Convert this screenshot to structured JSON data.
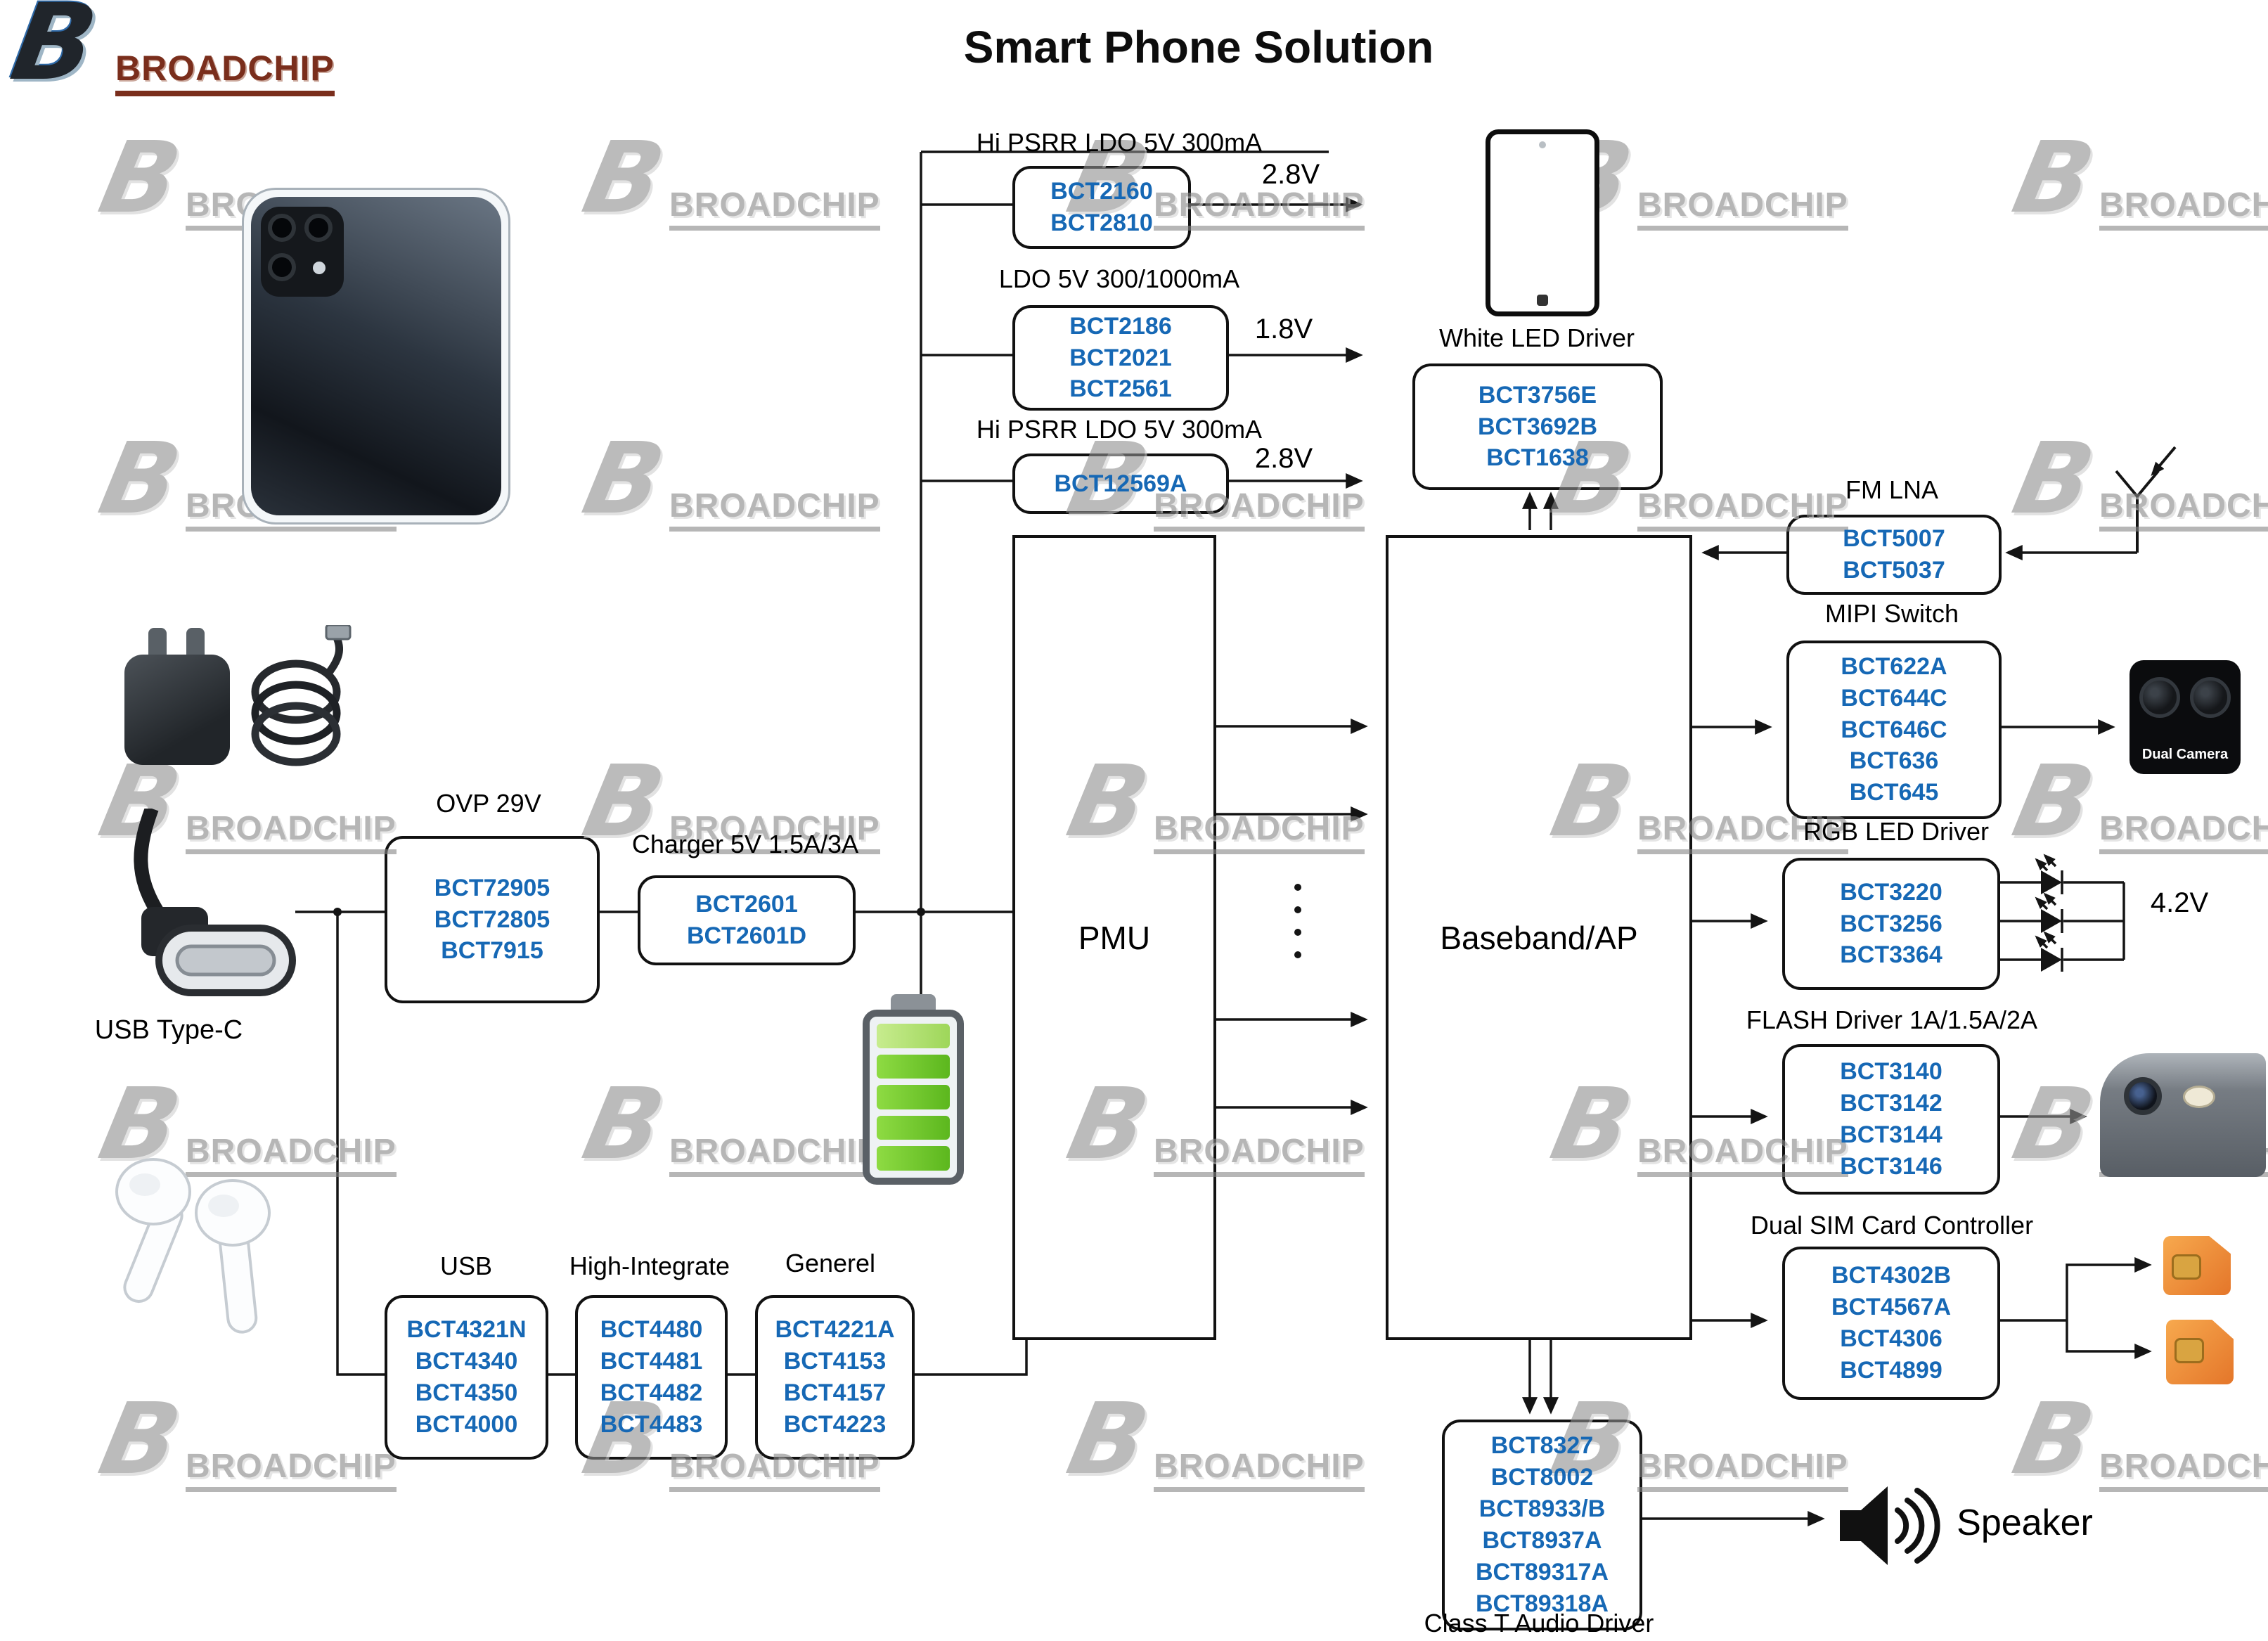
{
  "title": "Smart Phone Solution",
  "brand": {
    "initial": "B",
    "name": "BROADCHIP"
  },
  "colors": {
    "chip_text": "#1668b5",
    "wire": "#141414",
    "sim_card": "#ef8f3c",
    "battery_green": "#6cc21f"
  },
  "voltages": {
    "ldo1_out": "2.8V",
    "ldo2_out": "1.8V",
    "ldo3_out": "2.8V",
    "rgb_out": "4.2V"
  },
  "labels": {
    "usb_type_c": "USB Type-C",
    "speaker": "Speaker",
    "dual_camera": "Dual Camera"
  },
  "blocks": {
    "ldo_hi_psrr_1": {
      "label": "Hi PSRR LDO 5V 300mA",
      "chips": [
        "BCT2160",
        "BCT2810"
      ]
    },
    "ldo_300_1000": {
      "label": "LDO 5V 300/1000mA",
      "chips": [
        "BCT2186",
        "BCT2021",
        "BCT2561"
      ]
    },
    "ldo_hi_psrr_2": {
      "label": "Hi PSRR LDO 5V 300mA",
      "chips": [
        "BCT12569A"
      ]
    },
    "white_led": {
      "label": "White LED Driver",
      "chips": [
        "BCT3756E",
        "BCT3692B",
        "BCT1638"
      ]
    },
    "fm_lna": {
      "label": "FM LNA",
      "chips": [
        "BCT5007",
        "BCT5037"
      ]
    },
    "mipi_switch": {
      "label": "MIPI Switch",
      "chips": [
        "BCT622A",
        "BCT644C",
        "BCT646C",
        "BCT636",
        "BCT645"
      ]
    },
    "rgb_led": {
      "label": "RGB LED Driver",
      "chips": [
        "BCT3220",
        "BCT3256",
        "BCT3364"
      ]
    },
    "flash_driver": {
      "label": "FLASH Driver 1A/1.5A/2A",
      "chips": [
        "BCT3140",
        "BCT3142",
        "BCT3144",
        "BCT3146"
      ]
    },
    "dual_sim": {
      "label": "Dual SIM Card Controller",
      "chips": [
        "BCT4302B",
        "BCT4567A",
        "BCT4306",
        "BCT4899"
      ]
    },
    "audio": {
      "label": "Class T Audio Driver",
      "chips": [
        "BCT8327",
        "BCT8002",
        "BCT8933/B",
        "BCT8937A",
        "BCT89317A",
        "BCT89318A"
      ]
    },
    "ovp": {
      "label": "OVP 29V",
      "chips": [
        "BCT72905",
        "BCT72805",
        "BCT7915"
      ]
    },
    "charger": {
      "label": "Charger 5V 1.5A/3A",
      "chips": [
        "BCT2601",
        "BCT2601D"
      ]
    },
    "usb_switch": {
      "label": "USB",
      "chips": [
        "BCT4321N",
        "BCT4340",
        "BCT4350",
        "BCT4000"
      ]
    },
    "high_integrate": {
      "label": "High-Integrate",
      "chips": [
        "BCT4480",
        "BCT4481",
        "BCT4482",
        "BCT4483"
      ]
    },
    "general": {
      "label": "Generel",
      "chips": [
        "BCT4221A",
        "BCT4153",
        "BCT4157",
        "BCT4223"
      ]
    },
    "pmu": {
      "label": "PMU"
    },
    "baseband": {
      "label": "Baseband/AP"
    }
  }
}
